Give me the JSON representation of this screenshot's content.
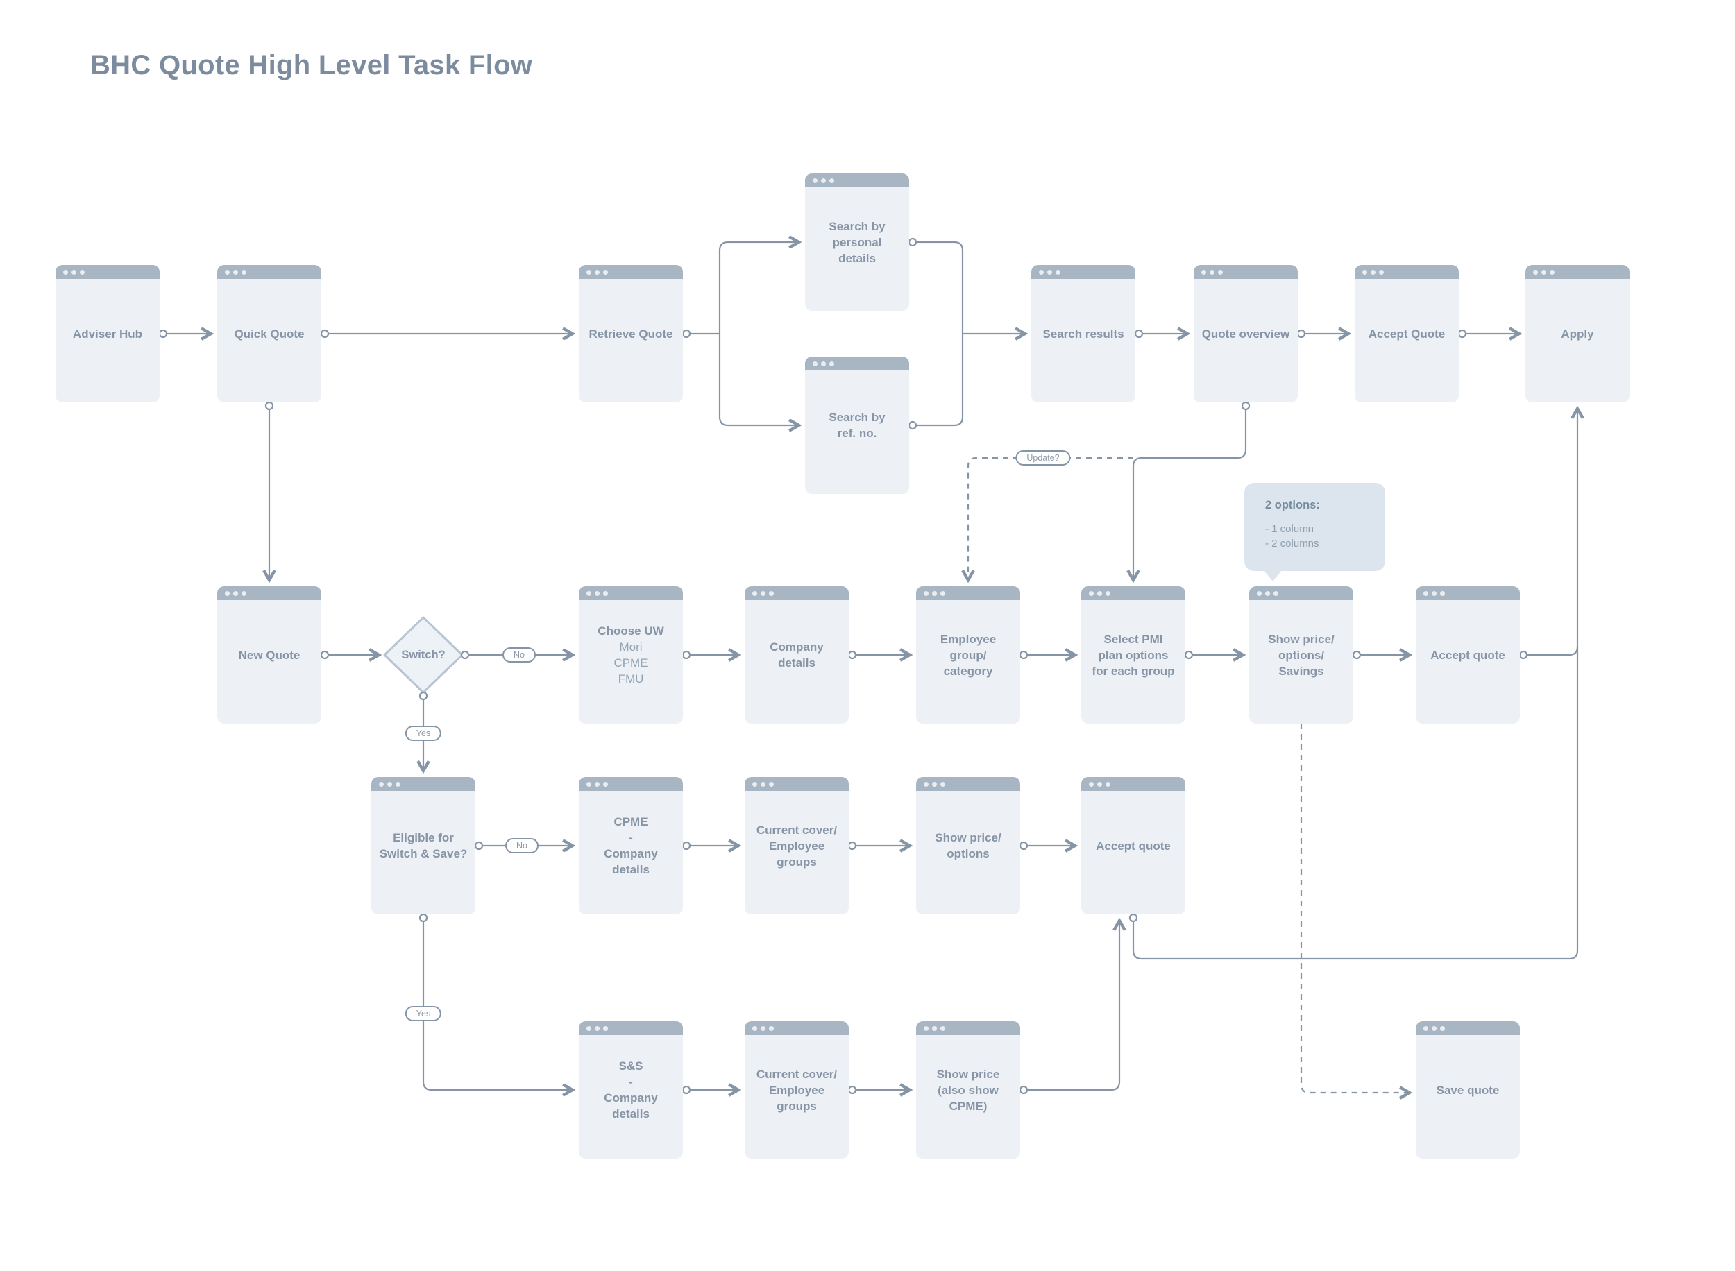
{
  "title": "BHC Quote High Level Task Flow",
  "colors": {
    "background": "#ffffff",
    "node_fill": "#edf1f5",
    "node_header": "#a8b5c2",
    "connector": "#8695a6",
    "node_text": "#8694a6",
    "secondary_text": "#95a4b3",
    "diamond_fill": "#edf2f6",
    "diamond_border": "#b7c5d2",
    "callout_fill": "#dce5ed",
    "title_text": "#7c8c9e"
  },
  "nodes": {
    "adviser_hub": {
      "label": "Adviser Hub"
    },
    "quick_quote": {
      "label": "Quick Quote"
    },
    "retrieve_quote": {
      "label": "Retrieve Quote"
    },
    "search_personal": {
      "lines": [
        "Search by",
        "personal",
        "details"
      ]
    },
    "search_ref": {
      "lines": [
        "Search by",
        "ref. no."
      ]
    },
    "search_results": {
      "label": "Search results"
    },
    "quote_overview": {
      "label": "Quote overview"
    },
    "accept_quote_top": {
      "label": "Accept Quote"
    },
    "apply": {
      "label": "Apply"
    },
    "new_quote": {
      "label": "New Quote"
    },
    "switch_decision": {
      "label": "Switch?"
    },
    "choose_uw": {
      "heading": "Choose UW",
      "options": [
        "Mori",
        "CPME",
        "FMU"
      ]
    },
    "company_details": {
      "lines": [
        "Company",
        "details"
      ]
    },
    "employee_group": {
      "lines": [
        "Employee",
        "group/",
        "category"
      ]
    },
    "select_pmi": {
      "lines": [
        "Select PMI",
        "plan options",
        "for each group"
      ]
    },
    "show_price_savings": {
      "lines": [
        "Show price/",
        "options/",
        "Savings"
      ]
    },
    "accept_quote_mid": {
      "label": "Accept quote"
    },
    "eligible_switch_save": {
      "lines": [
        "Eligible for",
        "Switch & Save?"
      ]
    },
    "cpme_company_details": {
      "lines": [
        "CPME",
        "-",
        "Company",
        "details"
      ]
    },
    "current_cover_mid": {
      "lines": [
        "Current cover/",
        "Employee",
        "groups"
      ]
    },
    "show_price_options": {
      "lines": [
        "Show price/",
        "options"
      ]
    },
    "accept_quote_low": {
      "label": "Accept quote"
    },
    "ss_company_details": {
      "lines": [
        "S&S",
        "-",
        "Company",
        "details"
      ]
    },
    "current_cover_bottom": {
      "lines": [
        "Current cover/",
        "Employee",
        "groups"
      ]
    },
    "show_price_cpme": {
      "lines": [
        "Show price",
        "(also show CPME)"
      ]
    },
    "save_quote": {
      "label": "Save quote"
    }
  },
  "edge_labels": {
    "switch_no": "No",
    "switch_yes": "Yes",
    "eligible_no": "No",
    "eligible_yes": "Yes",
    "update": "Update?"
  },
  "callout": {
    "heading": "2 options:",
    "items": [
      "- 1 column",
      "- 2 columns"
    ]
  }
}
